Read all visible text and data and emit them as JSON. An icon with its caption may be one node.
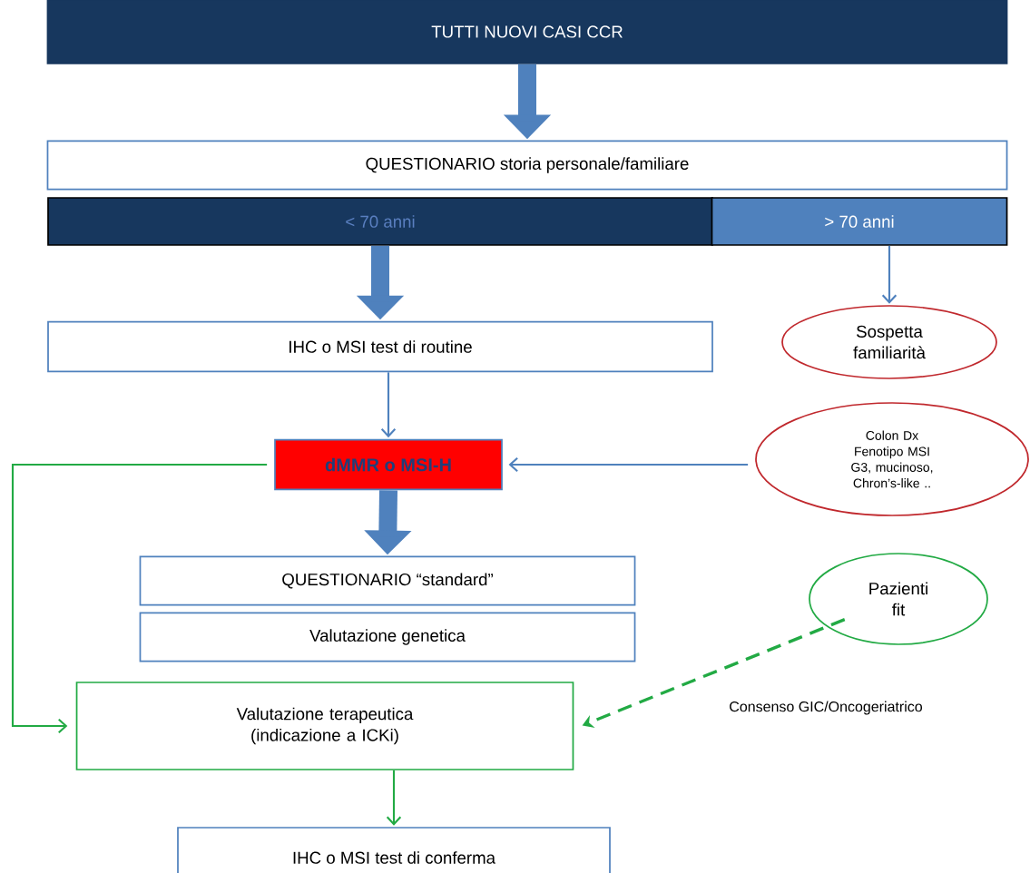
{
  "diagram": {
    "nodes": [
      {
        "text": [
          "TUTTI NUOVI CASI CCR"
        ]
      },
      {
        "text": [
          "QUESTIONARIO storia personale/familiare"
        ]
      },
      {
        "text": [
          "< 70 anni"
        ]
      },
      {
        "text": [
          "> 70 anni"
        ]
      },
      {
        "text": [
          "IHC o MSI test di routine"
        ]
      },
      {
        "text": [
          "Sospetta familiarità"
        ]
      },
      {
        "text": [
          "dMMR o MSI-H"
        ]
      },
      {
        "text": [
          "Colon Dx Fenotipo MSI G3, mucinoso, Chron’s-like .."
        ]
      },
      {
        "text": [
          "QUESTIONARIO “standard”"
        ]
      },
      {
        "text": [
          "Valutazione genetica"
        ]
      },
      {
        "text": [
          "Valutazione terapeutica (indicazione a ICKi)"
        ]
      },
      {
        "text": [
          "Pazienti fit"
        ]
      },
      {
        "text": [
          "IHC o MSI test di conferma"
        ]
      }
    ],
    "edges": [
      {
        "from": 0,
        "to": 1,
        "arrow": "to",
        "style": "thick"
      },
      {
        "from": 2,
        "to": 4,
        "arrow": "to",
        "style": "thick"
      },
      {
        "from": 3,
        "to": 5,
        "arrow": "to"
      },
      {
        "from": 4,
        "to": 6,
        "arrow": "to"
      },
      {
        "from": 7,
        "to": 6,
        "arrow": "to"
      },
      {
        "from": 6,
        "to": 8,
        "arrow": "to",
        "style": "thick"
      },
      {
        "from": 6,
        "to": 10,
        "arrow": "to",
        "color": "#22aa44"
      },
      {
        "from": 11,
        "to": 10,
        "arrow": "to",
        "style": "dashed",
        "color": "#22aa44",
        "label": "Consenso GIC/Oncogeriatrico"
      },
      {
        "from": 10,
        "to": 12,
        "arrow": "to",
        "color": "#22aa44"
      }
    ]
  }
}
